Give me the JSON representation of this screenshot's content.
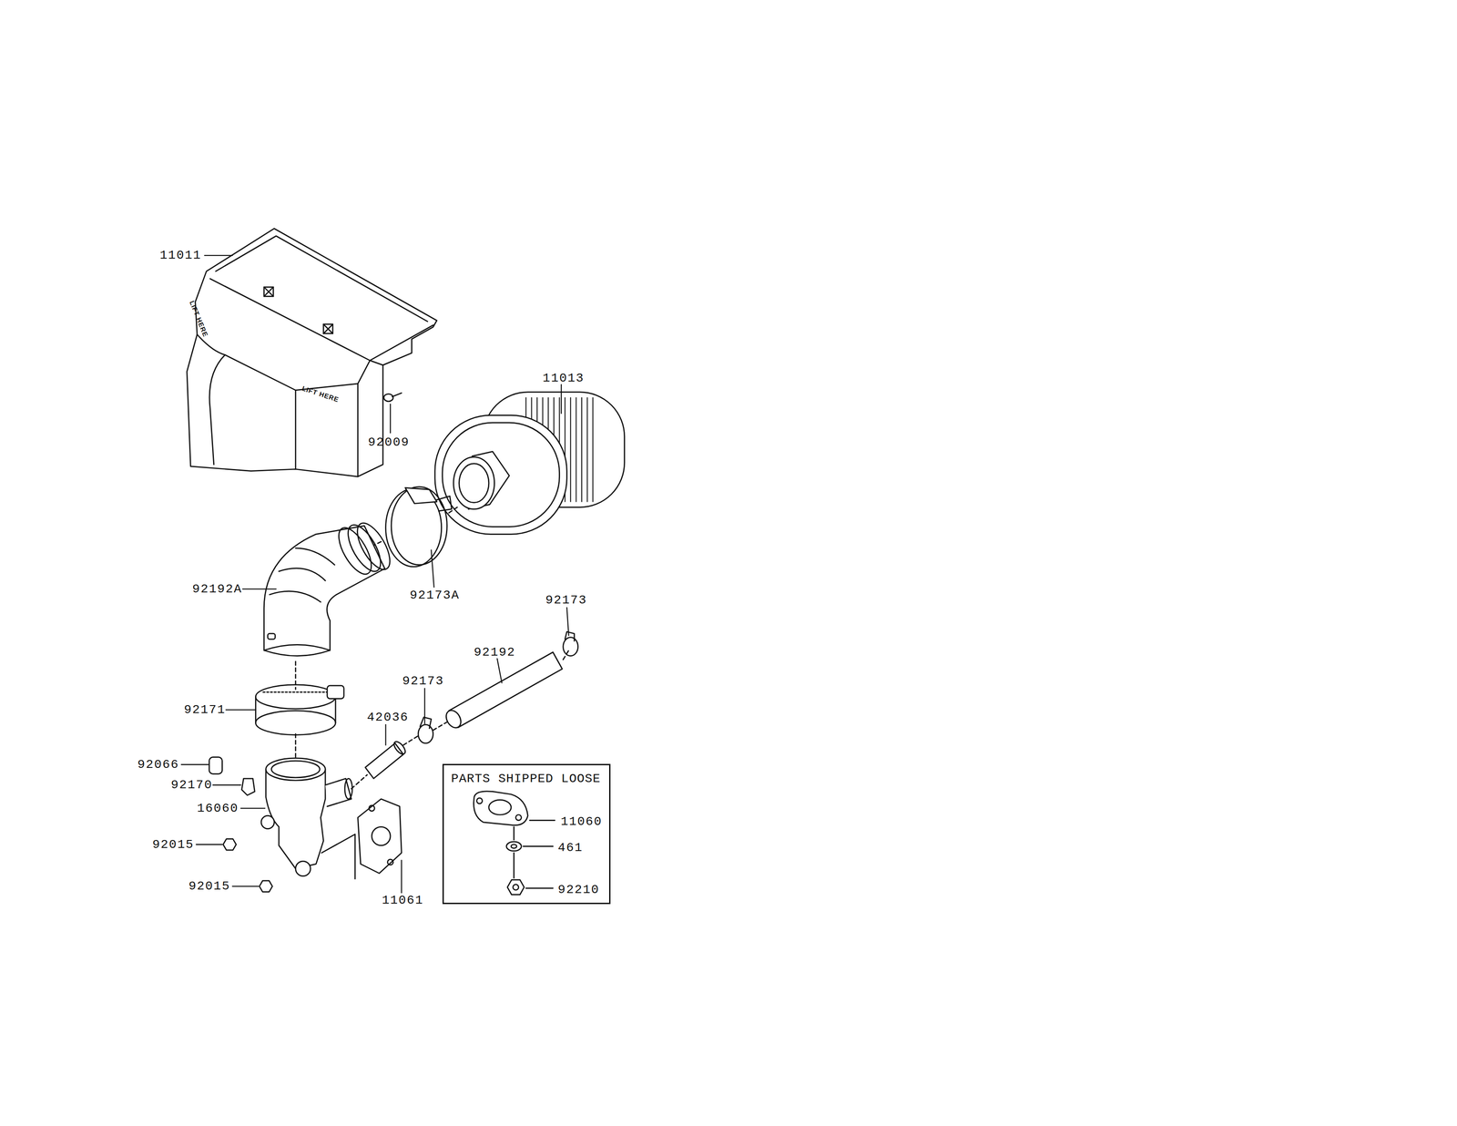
{
  "diagram": {
    "nodes": [
      {
        "text": [
          "PARTS SHIPPED LOOSE",
          "11060",
          "461",
          "92210"
        ]
      }
    ],
    "labels": [
      "11011",
      "LIFT HERE",
      "LIFT HERE",
      "92009",
      "11013",
      "92173A",
      "92192A",
      "92173",
      "92192",
      "92173",
      "42036",
      "92171",
      "92066",
      "92170",
      "16060",
      "92015",
      "92015",
      "11061"
    ]
  }
}
